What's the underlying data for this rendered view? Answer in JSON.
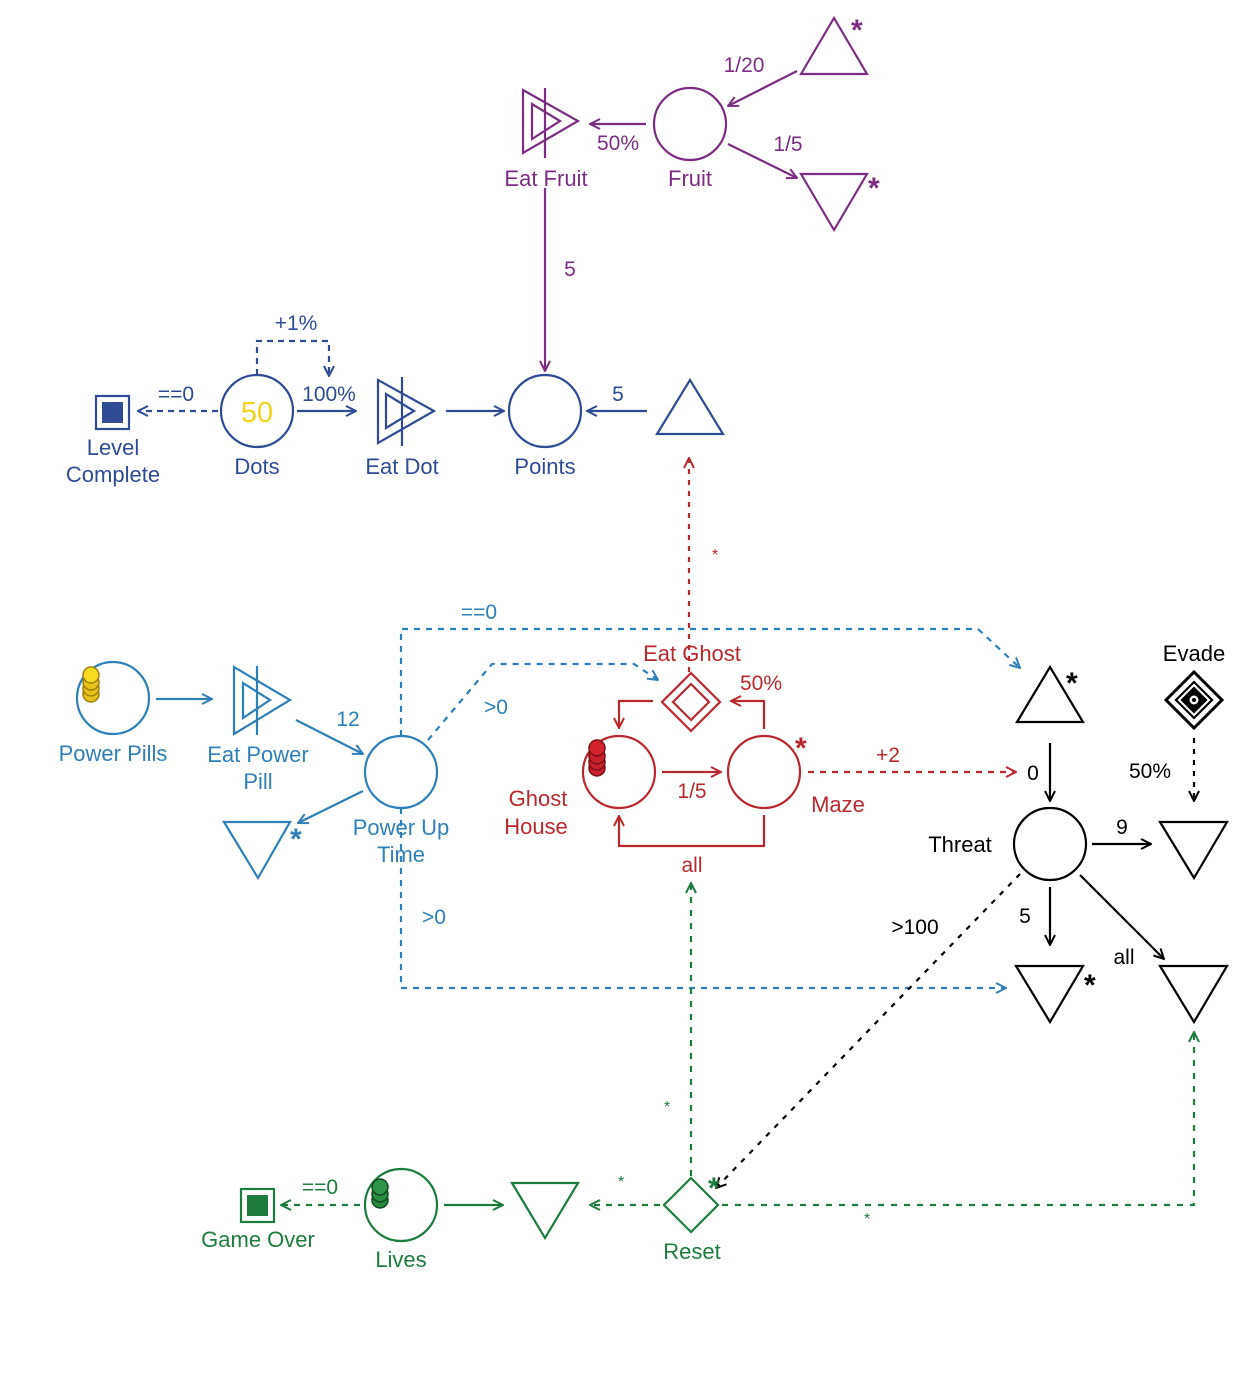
{
  "colors": {
    "purple": "#7b2d82",
    "navy": "#2e4b94",
    "blue": "#2f7fb8",
    "red": "#b8292f",
    "green": "#1e7c3e",
    "black": "#000000",
    "yellow": "#f2d31b",
    "gold_token": "#e5c11a",
    "red_token": "#c8202a",
    "green_token": "#2a8a3f"
  },
  "nodes": {
    "eat_fruit": {
      "label": "Eat Fruit",
      "type": "converter"
    },
    "fruit": {
      "label": "Fruit",
      "type": "pool"
    },
    "fruit_source": {
      "label": "",
      "type": "source",
      "automatic": "*"
    },
    "fruit_drain": {
      "label": "",
      "type": "drain",
      "automatic": "*"
    },
    "level_complete": {
      "label_line1": "Level",
      "label_line2": "Complete",
      "type": "end-condition"
    },
    "dots": {
      "label": "Dots",
      "type": "pool",
      "value": "50"
    },
    "eat_dot": {
      "label": "Eat Dot",
      "type": "converter"
    },
    "points": {
      "label": "Points",
      "type": "pool"
    },
    "points_source": {
      "label": "",
      "type": "source"
    },
    "power_pills": {
      "label": "Power Pills",
      "type": "pool",
      "tokens": 4
    },
    "eat_power_pill": {
      "label_line1": "Eat Power",
      "label_line2": "Pill",
      "type": "converter"
    },
    "power_up_time": {
      "label_line1": "Power Up",
      "label_line2": "Time",
      "type": "pool"
    },
    "power_drain": {
      "label": "",
      "type": "drain",
      "automatic": "*"
    },
    "eat_ghost": {
      "label": "Eat Ghost",
      "type": "gate"
    },
    "ghost_house": {
      "label_line1": "Ghost",
      "label_line2": "House",
      "type": "pool",
      "tokens": 4
    },
    "maze": {
      "label": "Maze",
      "type": "pool",
      "automatic": "*"
    },
    "threat_source": {
      "label": "",
      "type": "source",
      "automatic": "*"
    },
    "evade": {
      "label": "Evade",
      "type": "random-gate"
    },
    "threat": {
      "label": "Threat",
      "type": "pool"
    },
    "threat_drain_9": {
      "label": "",
      "type": "drain"
    },
    "threat_drain_5": {
      "label": "",
      "type": "drain",
      "automatic": "*"
    },
    "threat_drain_all": {
      "label": "",
      "type": "drain"
    },
    "game_over": {
      "label": "Game Over",
      "type": "end-condition"
    },
    "lives": {
      "label": "Lives",
      "type": "pool",
      "tokens": 3
    },
    "lives_drain": {
      "label": "",
      "type": "drain"
    },
    "reset": {
      "label": "Reset",
      "type": "gate",
      "automatic": "*"
    }
  },
  "edges": {
    "source_to_fruit": "1/20",
    "fruit_to_eat_fruit": "50%",
    "fruit_to_drain": "1/5",
    "eat_fruit_to_points": "5",
    "dots_loop": "+1%",
    "dots_to_eat_dot": "100%",
    "dots_to_level_complete": "==0",
    "source_to_points": "5",
    "eat_ghost_to_points": "*",
    "power_to_threat_source": "==0",
    "eat_power_to_power_up": "12",
    "power_to_eat_ghost": ">0",
    "power_to_drain5": ">0",
    "eat_ghost_to_maze": "50%",
    "ghost_house_to_maze": "1/5",
    "maze_to_ghost_house": "all",
    "maze_to_threat": "+2",
    "threat_in_value": "0",
    "evade_to_drain": "50%",
    "threat_to_drain_9": "9",
    "threat_to_drain_5": "5",
    "threat_to_drain_all": "all",
    "threat_to_reset": ">100",
    "reset_to_ghost_house_star": "*",
    "reset_to_lives_drain": "*",
    "reset_to_drain_all": "*",
    "lives_to_game_over": "==0"
  }
}
